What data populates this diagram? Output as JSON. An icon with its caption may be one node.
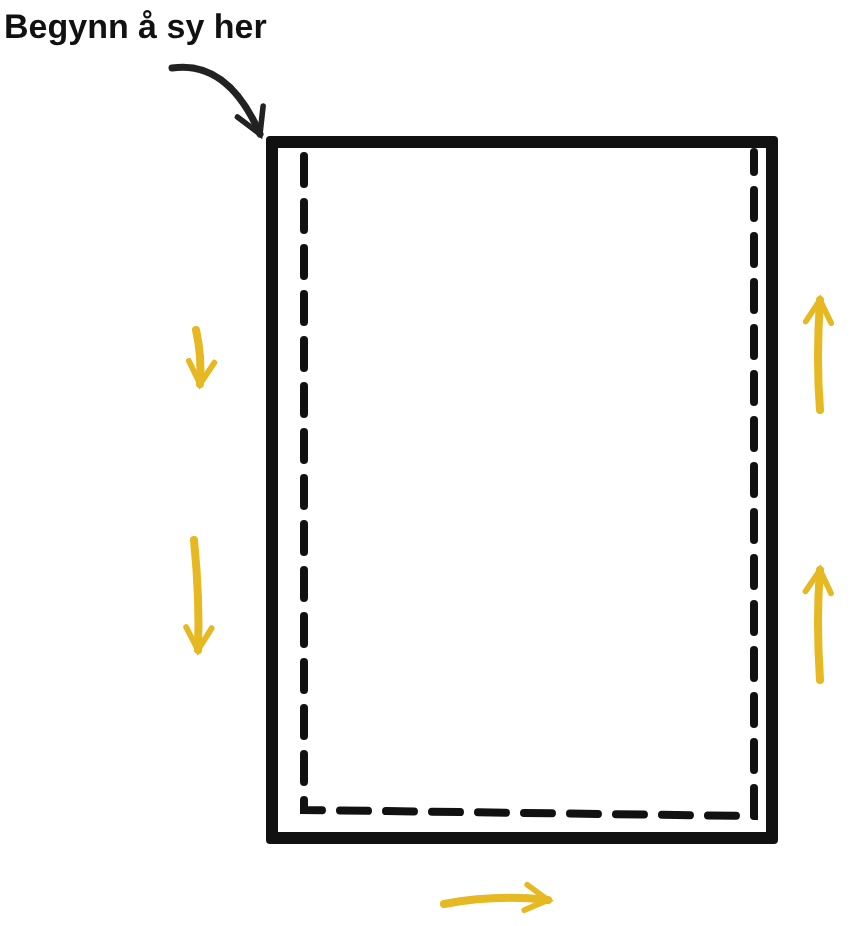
{
  "diagram": {
    "nodes": [
      {
        "text": [
          "Begynn å sy her"
        ]
      },
      {
        "text": [],
        "shape": "box"
      }
    ],
    "edges": [
      {
        "from": 0,
        "to": 1,
        "arrow": "to"
      }
    ]
  }
}
